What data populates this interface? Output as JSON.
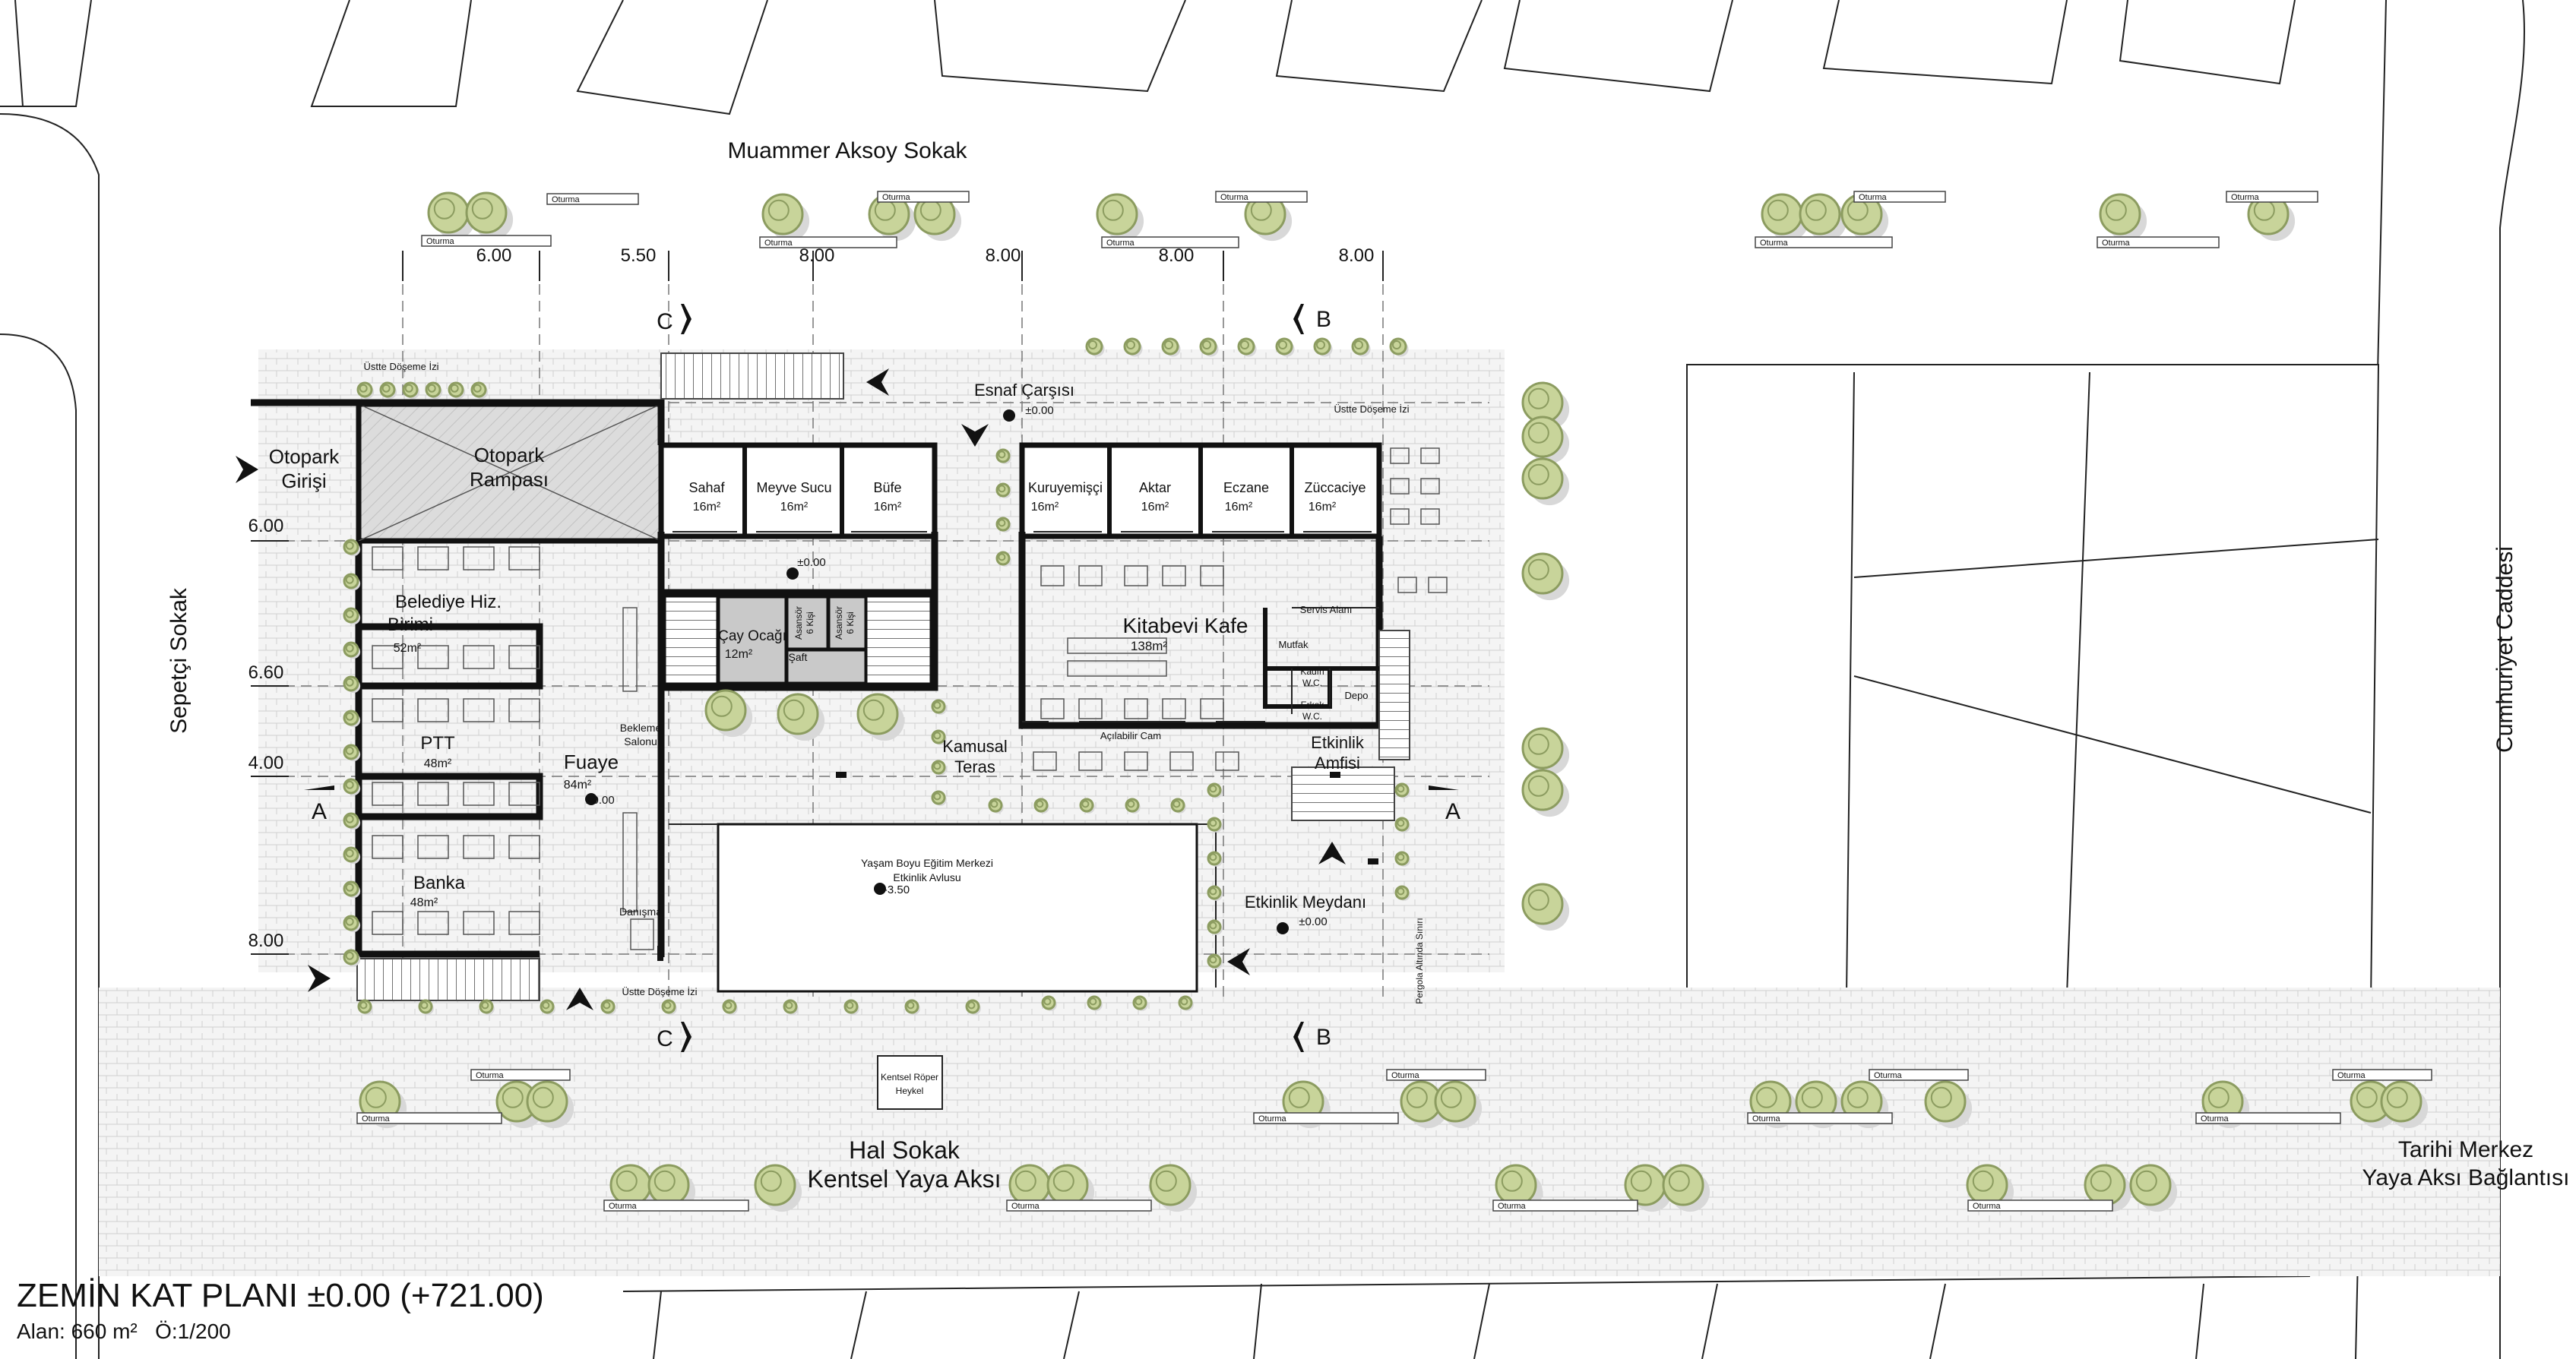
{
  "title": {
    "main": "ZEMİN KAT PLANI ±0.00 (+721.00)",
    "sub": "Alan: 660 m²   Ö:1/200"
  },
  "streets": {
    "north": "Muammer Aksoy Sokak",
    "west": "Sepetçi Sokak",
    "east": "Cumhuriyet Caddesi",
    "south": "Hal Sokak",
    "south_axis": "Kentsel Yaya Aksı",
    "se_line1": "Tarihi Merkez",
    "se_line2": "Yaya Aksı Bağlantısı"
  },
  "grid": {
    "top_dims": [
      "6.00",
      "5.50",
      "8.00",
      "8.00",
      "8.00",
      "8.00"
    ],
    "left_dims": [
      "6.00",
      "6.60",
      "4.00",
      "8.00"
    ]
  },
  "sections": {
    "a": "A",
    "b": "B",
    "c": "C"
  },
  "rooms": {
    "otopark_rampasi": [
      "Otopark",
      "Rampası"
    ],
    "otopark_girisi": [
      "Otopark",
      "Girişi"
    ],
    "sahaf": [
      "Sahaf",
      "16m²"
    ],
    "meyve_sucu": [
      "Meyve Sucu",
      "16m²"
    ],
    "bufe": [
      "Büfe",
      "16m²"
    ],
    "kuruyemisci": [
      "Kuruyemişçi",
      "16m²"
    ],
    "aktar": [
      "Aktar",
      "16m²"
    ],
    "eczane": [
      "Eczane",
      "16m²"
    ],
    "zuccaciye": [
      "Züccaciye",
      "16m²"
    ],
    "belediye": [
      "Belediye Hiz.",
      "Birimi",
      "52m²"
    ],
    "ptt": [
      "PTT",
      "48m²"
    ],
    "banka": [
      "Banka",
      "48m²"
    ],
    "fuaye": [
      "Fuaye",
      "84m²",
      "±0.00"
    ],
    "cay_ocagi": [
      "Çay Ocağı",
      "12m²"
    ],
    "asansor1": [
      "Asansör",
      "6 Kişi"
    ],
    "asansor2": [
      "Asansör",
      "6 Kişi"
    ],
    "saft": "Şaft",
    "kitabevi_kafe": [
      "Kitabevi Kafe",
      "138m²"
    ],
    "servis_alani": "Servis Alanı",
    "mutfak": "Mutfak",
    "kadin_wc": [
      "Kadın",
      "W.C."
    ],
    "erkek_wc": [
      "Erkek",
      "W.C."
    ],
    "depo": "Depo",
    "aciabilir_cam": "Açılabilir Cam",
    "bekleme_salonu": [
      "Bekleme",
      "Salonu"
    ],
    "danisma": "Danışma",
    "kamusal_teras": [
      "Kamusal",
      "Teras"
    ],
    "etkinlik_amfisi": [
      "Etkinlik",
      "Amfisi"
    ],
    "yasam_boyu": [
      "Yaşam Boyu Eğitim Merkezi",
      "Etkinlik Avlusu",
      "-3.50"
    ],
    "etkinlik_meydani": [
      "Etkinlik Meydanı",
      "±0.00"
    ],
    "esnaf_carsisi": [
      "Esnaf Çarşısı",
      "±0.00"
    ],
    "elev_level": "±0.00",
    "ustte_doseme": "Üstte Döşeme İzi",
    "ustte_doseme2": "Üstte Döşeme İzi",
    "ustte_doseme3": "Üstte Döşeme İzi",
    "pergola": "Pergola Altında Sınırı",
    "heykel": [
      "Kentsel Röper",
      "Heykel"
    ]
  },
  "furniture": {
    "oturma": "Oturma"
  },
  "colors": {
    "tree": "#c8d49a",
    "tree_dark": "#8c9c60",
    "pavement": "#e9e9e9",
    "core": "#c9c9c9",
    "ramp": "#dadada"
  }
}
